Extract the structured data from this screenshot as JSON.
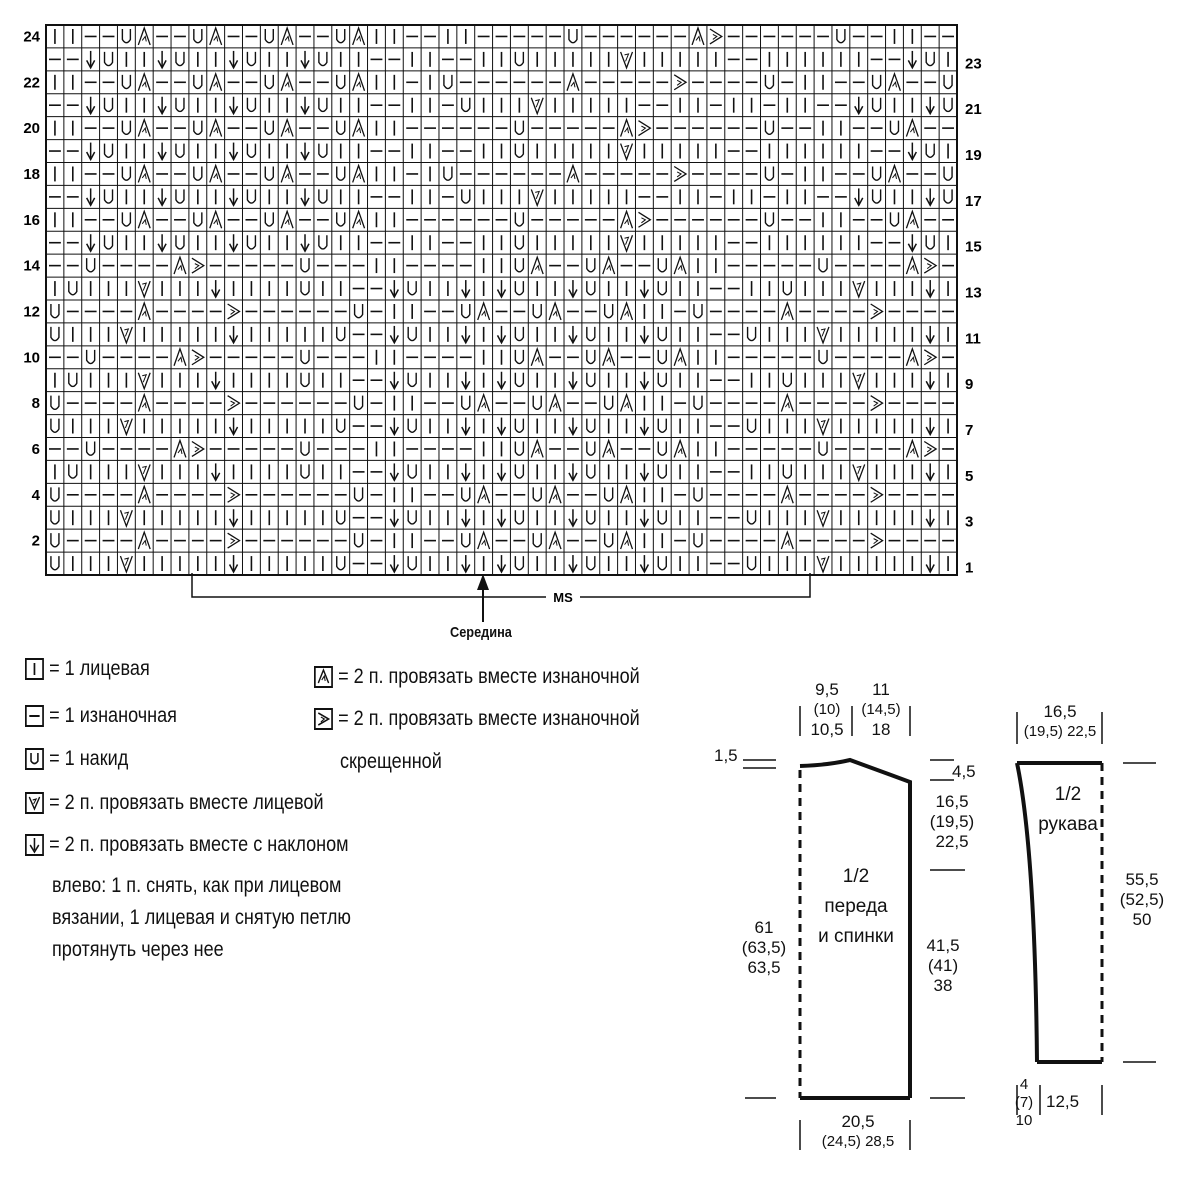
{
  "chart": {
    "rows_left": [
      "24",
      "22",
      "20",
      "18",
      "16",
      "14",
      "12",
      "10",
      "8",
      "6",
      "4",
      "2"
    ],
    "rows_right": [
      "23",
      "21",
      "19",
      "17",
      "15",
      "13",
      "11",
      "9",
      "7",
      "5",
      "3",
      "1"
    ],
    "ms_label": "MS",
    "center_label": "Середина",
    "grid": [
      "KKPPOAPPOAPPOAPPOAKKPPKKPPPPPOPPPPPPASPPPPPPOPPKKPPOAPPOAPPOAKKPP",
      "PPDOKKDOKKDOKKDOKKPPKKPPKKOKKKKKVKKKKKPPKKKKKKPPDOKKDOKKDOKKDOKKPP",
      "KKPPOAPPOAPPOAPPOAKKPKOPPPPPPAPPPPPSPPPPOPKKPPOAPPOAPPOAKKPPKKPP",
      "PPDOKKDOKKDOKKDOKKPPKKPOKKKVKKKKKPPKKPKKPKKPPDOKKDOKKDOKKDOKKPP",
      "KKPPOAPPOAPPOAPPOAKKPPPPPPOPPPPPASPPPPPPOPPKKPPOAPPOAPPOAKKPP",
      "PPDOKKDOKKDOKKDOKKPPKKPPKKOKKKKKVKKKKKPPKKKKKKPPDOKKDOKKDOKKDOKKPP",
      "KKPPOAPPOAPPOAPPOAKKPKOPPPPPPAPPPPPSPPPPOPKKPPOAPPOAPPOAKKPPKKPP",
      "PPDOKKDOKKDOKKDOKKPPKKPOKKKVKKKKKPPKKPKKPKKPPDOKKDOKKDOKKDOKKPP",
      "KKPPOAPPOAPPOAPPOAKKPPPPPPOPPPPPASPPPPPPOPPKKPPOAPPOAPPOAKKPP",
      "PPDOKKDOKKDOKKDOKKPPKKPPKKOKKKKKVKKKKKPPKKKKKKPPDOKKDOKKDOKKDOKKPP",
      "PPOPPPPASPPPPPOPPPKKPPPPKKOAPPOAPPOAKKPPPPPOPPPPASPPPPOPPP",
      "KOKKKVKKKDKKKKOKKPPDOKKDKDOKKDOKKDOKKPPKKOKKKVKKKDKKKKOKK",
      "OPPPPAPPPPSPPPPPPOPKKPPOAPPOAPPOAKKPOPPPPAPPPPSPPPPPPO",
      "OKKKVKKKKKDKKKKKOPPDOKKDKDOKKDOKKDOKKPPOKKKVKKKKKDKKKKKO",
      "PPOPPPPASPPPPPOPPPKKPPPPKKOAPPOAPPOAKKPPPPPOPPPPASPPPPOPPP",
      "KOKKKVKKKDKKKKOKKPPDOKKDKDOKKDOKKDOKKPPKKOKKKVKKKDKKKKOKK",
      "OPPPPAPPPPSPPPPPPOPKKPPOAPPOAPPOAKKPOPPPPAPPPPSPPPPPPO",
      "OKKKVKKKKKDKKKKKOPPDOKKDKDOKKDOKKDOKKPPOKKKVKKKKKDKKKKKO",
      "PPOPPPPASPPPPPOPPPKKPPPPKKOAPPOAPPOAKKPPPPPOPPPPASPPPPOPPP",
      "KOKKKVKKKDKKKKOKKPPDOKKDKDOKKDOKKDOKKPPKKOKKKVKKKDKKKKOKK",
      "OPPPPAPPPPSPPPPPPOPKKPPOAPPOAPPOAKKPOPPPPAPPPPSPPPPPPO",
      "OKKKVKKKKKDKKKKKOPPDOKKDKDOKKDOKKDOKKPPOKKKVKKKKKDKKKKKO",
      "OPPPPAPPPPSPPPPPPOPKKPPOAPPOAPPOAKKPOPPPPAPPPPSPPPPPPO",
      "OKKKVKKKKKDKKKKKOPPDOKKDKDOKKDOKKDOKKPPOKKKVKKKKKDKKKKKO"
    ]
  },
  "legend": {
    "knit": "= 1 лицевая",
    "purl": "= 1 изнаночная",
    "yo": "= 1 накид",
    "k2tog": "= 2 п. провязать вместе лицевой",
    "skpo": "= 2 п. провязать вместе с наклоном",
    "skpo_cont": [
      "влево: 1 п. снять, как при лицевом",
      "вязании, 1 лицевая и снятую петлю",
      "протянуть через нее"
    ],
    "p2tog": "= 2 п. провязать вместе изнаночной",
    "p2tog_tbl": "= 2 п. провязать вместе изнаночной",
    "p2tog_tbl_cont": "скрещенной"
  },
  "body_piece": {
    "title": "1/2",
    "title2": "переда",
    "title3": "и спинки",
    "neck_w": "9,5",
    "neck_w2": "(10)",
    "neck_w3": "10,5",
    "shoulder_w": "11",
    "shoulder_w2": "(14,5)",
    "shoulder_w3": "18",
    "neck_depth": "1,5",
    "shoulder_drop": "4,5",
    "armhole": "16,5",
    "armhole2": "(19,5)",
    "armhole3": "22,5",
    "length": "61",
    "length2": "(63,5)",
    "length3": "63,5",
    "side": "41,5",
    "side2": "(41)",
    "side3": "38",
    "bottom": "20,5",
    "bottom2": "(24,5)",
    "bottom3": "28,5"
  },
  "sleeve_piece": {
    "title": "1/2",
    "title2": "рукава",
    "top": "16,5",
    "top2": "(19,5)",
    "top3": "22,5",
    "length": "55,5",
    "length2": "(52,5)",
    "length3": "50",
    "cuff": "4",
    "cuff2": "(7)",
    "cuff3": "10",
    "bottom": "12,5"
  }
}
